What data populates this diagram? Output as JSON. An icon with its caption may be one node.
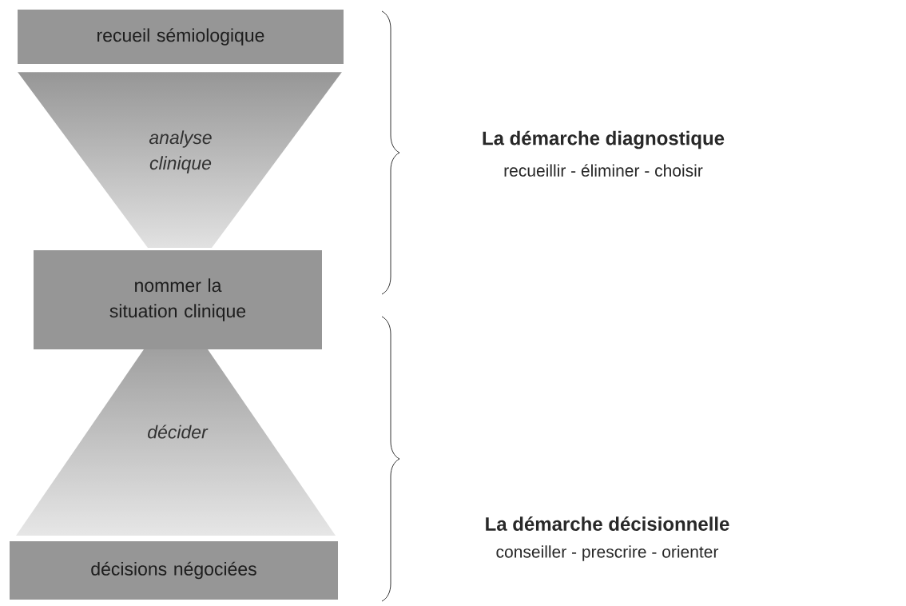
{
  "diagram": {
    "nodes": [
      {
        "text": [
          "recueil sémiologique"
        ]
      },
      {
        "text": [
          "analyse clinique"
        ]
      },
      {
        "text": [
          "nommer la situation clinique"
        ]
      },
      {
        "text": [
          "décider"
        ]
      },
      {
        "text": [
          "décisions négociées"
        ]
      }
    ],
    "labels": [
      "La démarche diagnostique",
      "recueillir - éliminer - choisir",
      "La démarche décisionnelle",
      "conseiller - prescrire - orienter"
    ]
  }
}
